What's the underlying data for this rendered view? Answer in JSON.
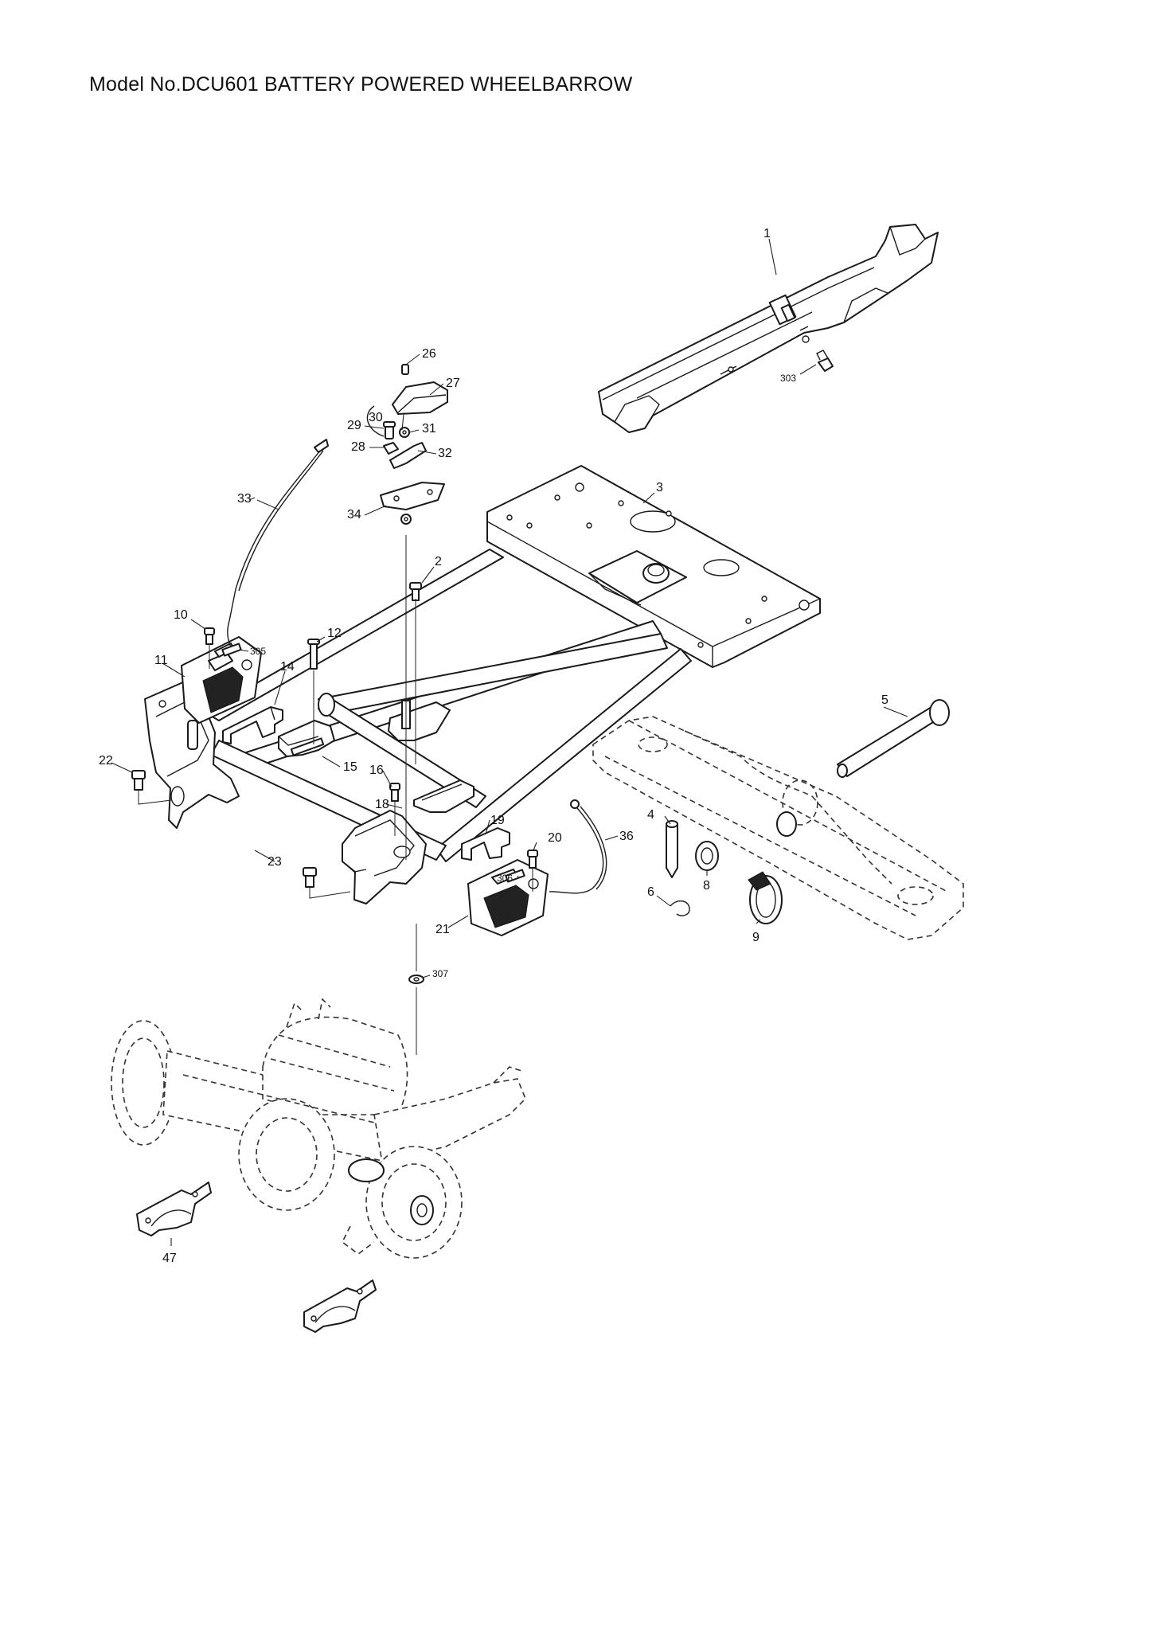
{
  "header": {
    "title": "Model No.DCU601 BATTERY POWERED WHEELBARROW"
  },
  "callouts": [
    {
      "id": "1",
      "label": "1"
    },
    {
      "id": "2",
      "label": "2"
    },
    {
      "id": "3",
      "label": "3"
    },
    {
      "id": "4",
      "label": "4"
    },
    {
      "id": "5",
      "label": "5"
    },
    {
      "id": "6",
      "label": "6"
    },
    {
      "id": "8",
      "label": "8"
    },
    {
      "id": "9",
      "label": "9"
    },
    {
      "id": "10",
      "label": "10"
    },
    {
      "id": "11",
      "label": "11"
    },
    {
      "id": "12",
      "label": "12"
    },
    {
      "id": "14",
      "label": "14"
    },
    {
      "id": "15",
      "label": "15"
    },
    {
      "id": "16",
      "label": "16"
    },
    {
      "id": "18",
      "label": "18"
    },
    {
      "id": "19",
      "label": "19"
    },
    {
      "id": "20",
      "label": "20"
    },
    {
      "id": "21",
      "label": "21"
    },
    {
      "id": "22",
      "label": "22"
    },
    {
      "id": "23",
      "label": "23"
    },
    {
      "id": "26",
      "label": "26"
    },
    {
      "id": "27",
      "label": "27"
    },
    {
      "id": "28",
      "label": "28"
    },
    {
      "id": "29",
      "label": "29"
    },
    {
      "id": "30",
      "label": "30"
    },
    {
      "id": "31",
      "label": "31"
    },
    {
      "id": "32",
      "label": "32"
    },
    {
      "id": "33",
      "label": "33"
    },
    {
      "id": "34",
      "label": "34"
    },
    {
      "id": "36",
      "label": "36"
    },
    {
      "id": "47",
      "label": "47"
    },
    {
      "id": "303",
      "label": "303"
    },
    {
      "id": "305",
      "label": "305"
    },
    {
      "id": "306",
      "label": "306"
    },
    {
      "id": "307",
      "label": "307"
    }
  ]
}
